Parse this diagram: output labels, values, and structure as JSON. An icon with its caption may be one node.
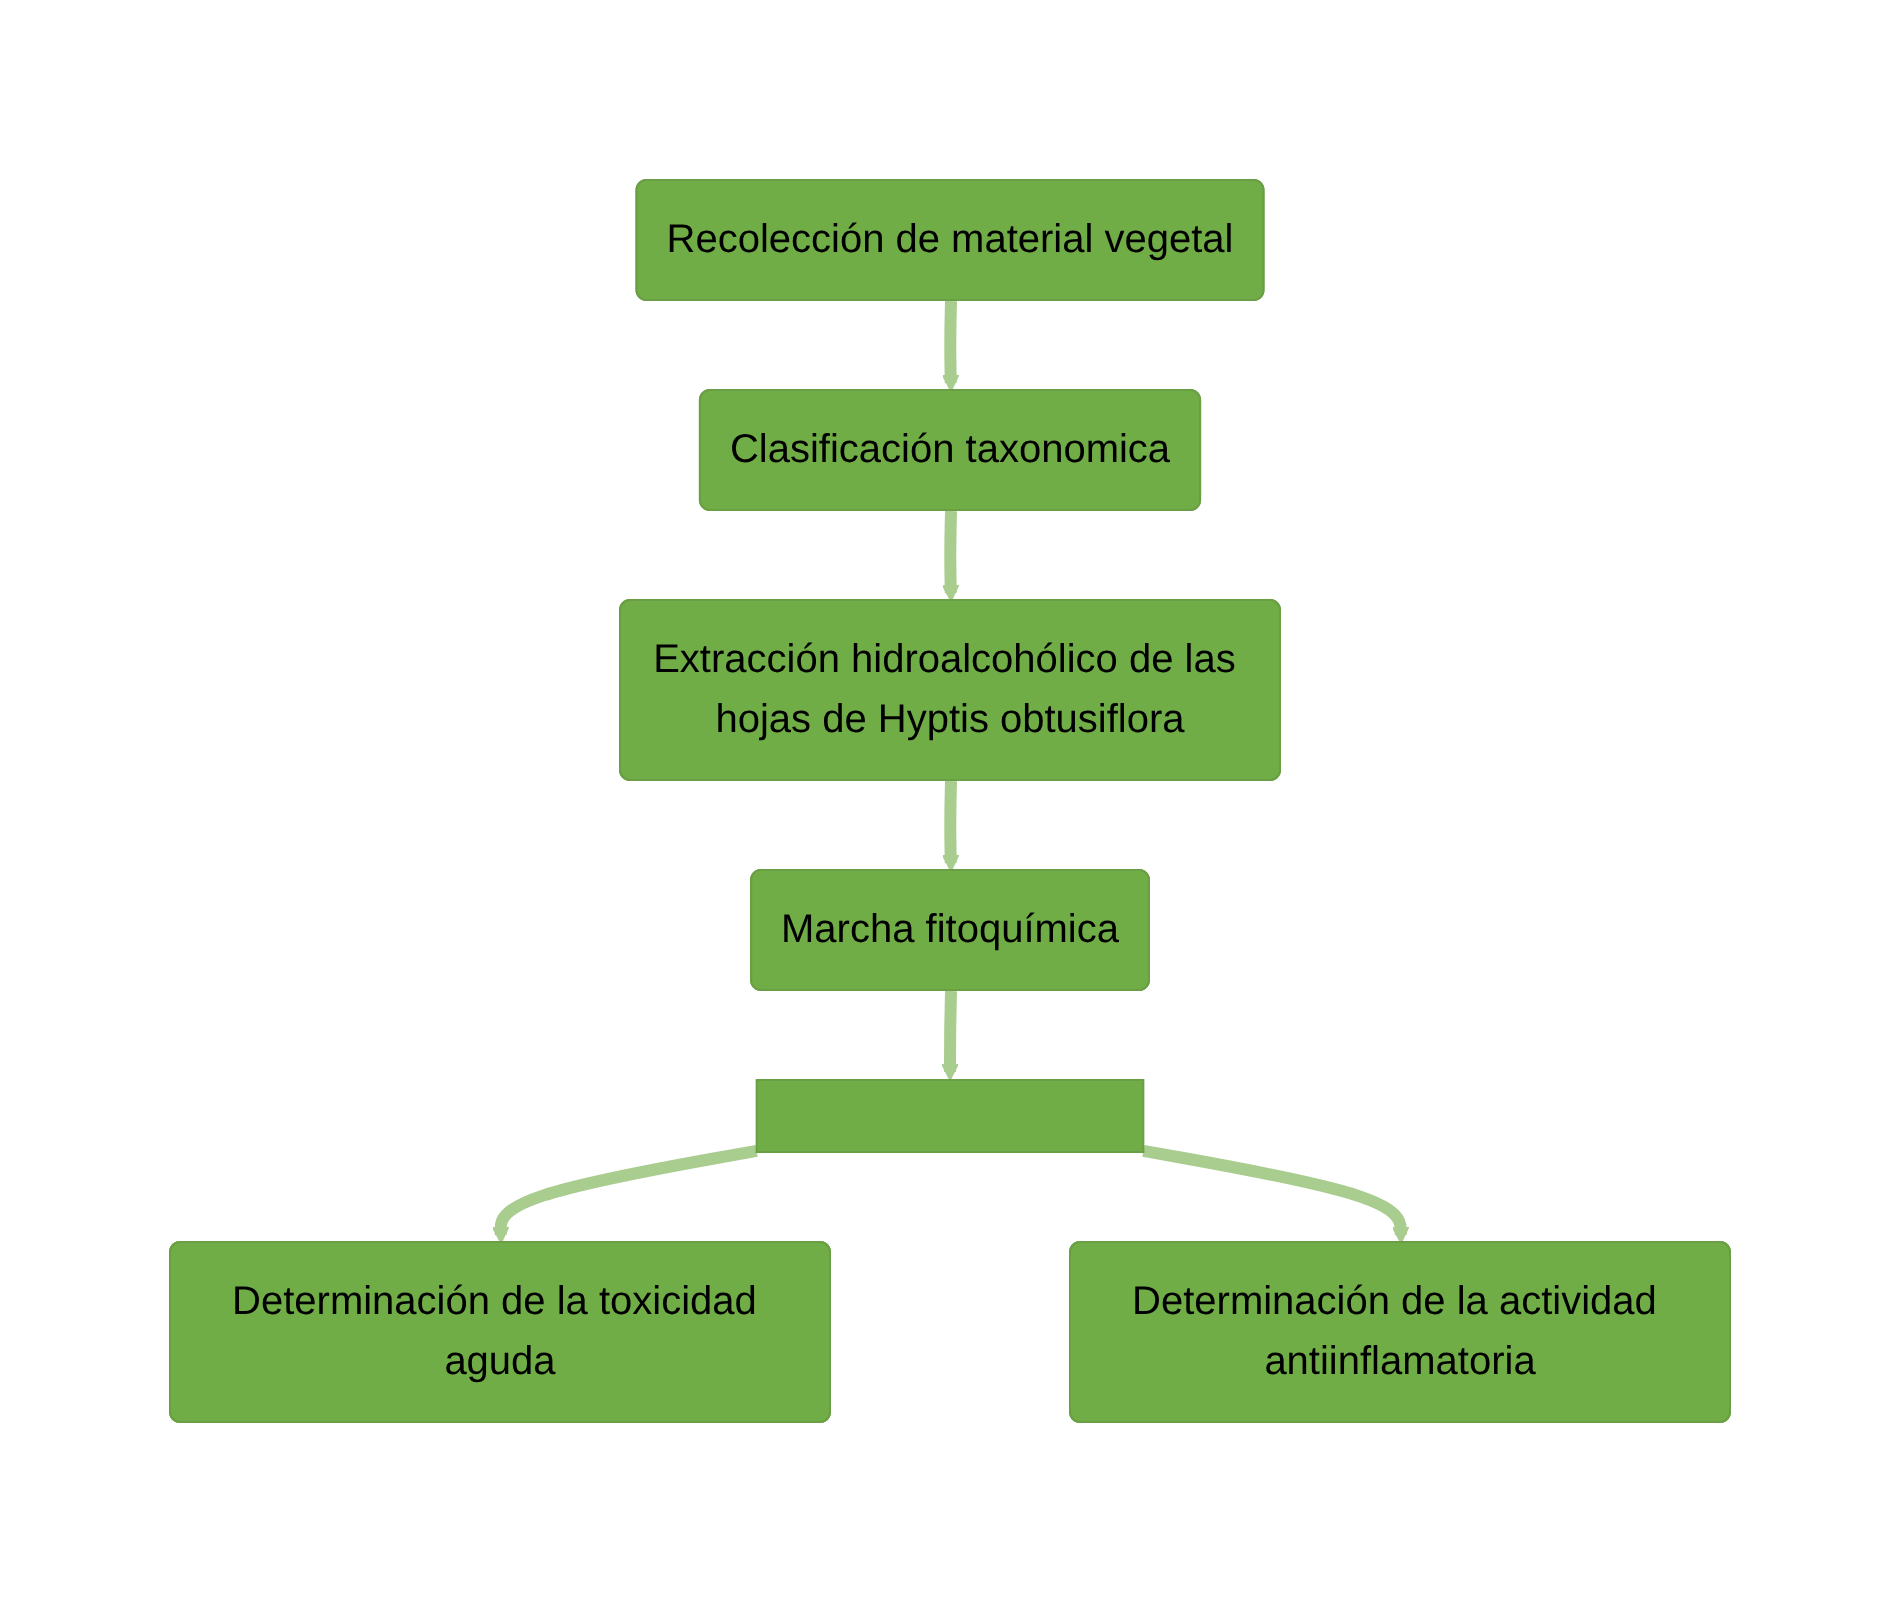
{
  "diagram": {
    "nodes": [
      {
        "text": [
          "Recolección de material vegetal"
        ]
      },
      {
        "text": [
          "Clasificación taxonomica"
        ]
      },
      {
        "text": [
          "Extracción hidroalcohólico de las hojas de Hyptis obtusiflora"
        ]
      },
      {
        "text": [
          "Marcha fitoquímica"
        ]
      },
      {
        "text": [],
        "shape": "bar"
      },
      {
        "text": [
          "Determinación de la toxicidad aguda"
        ]
      },
      {
        "text": [
          "Determinación de la actividad antiinflamatoria"
        ]
      }
    ],
    "edges": [
      {
        "from": 0,
        "to": 1,
        "arrow": "to"
      },
      {
        "from": 1,
        "to": 2,
        "arrow": "to"
      },
      {
        "from": 2,
        "to": 3,
        "arrow": "to"
      },
      {
        "from": 3,
        "to": 4,
        "arrow": "to"
      },
      {
        "from": 4,
        "to": 5,
        "arrow": "to"
      },
      {
        "from": 4,
        "to": 6,
        "arrow": "to"
      }
    ]
  }
}
